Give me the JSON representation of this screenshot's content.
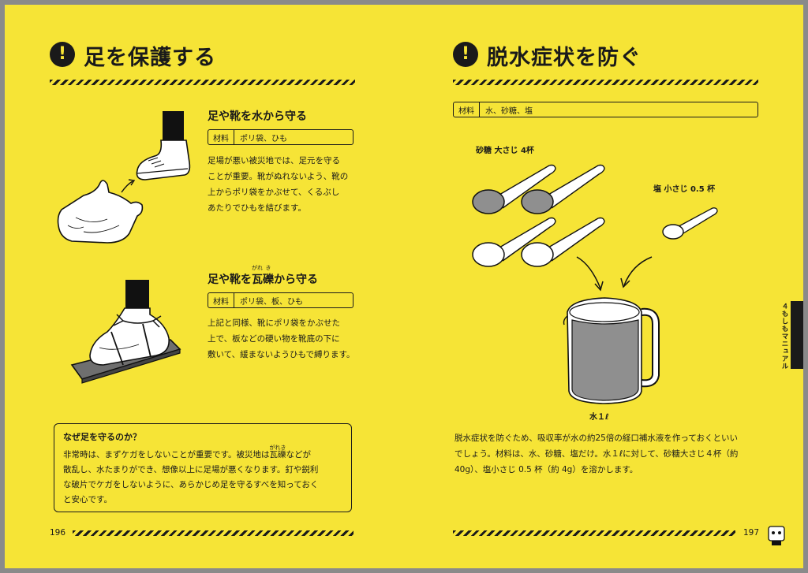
{
  "left": {
    "title": "足を保護する",
    "section1": {
      "heading": "足や靴を水から守る",
      "material_label": "材料",
      "material_value": "ポリ袋、ひも",
      "lines": [
        "足場が悪い被災地では、足元を守る",
        "ことが重要。靴がぬれないよう、靴の",
        "上からポリ袋をかぶせて、くるぶし",
        "あたりでひもを結びます。"
      ]
    },
    "section2": {
      "heading_pre": "足や靴を",
      "heading_kanji1": "瓦",
      "heading_ruby1": "がれ",
      "heading_kanji2": "礫",
      "heading_ruby2": "き",
      "heading_post": "から守る",
      "material_label": "材料",
      "material_value": "ポリ袋、板、ひも",
      "lines": [
        "上記と同様、靴にポリ袋をかぶせた",
        "上で、板などの硬い物を靴底の下に",
        "敷いて、緩まないようひもで縛ります。"
      ]
    },
    "note": {
      "heading": "なぜ足を守るのか？",
      "line1_pre": "非常時は、まずケガをしないことが重要です。被災地は",
      "line1_kanji": "瓦礫",
      "line1_ruby": "がれき",
      "line1_post": "などが",
      "line2": "散乱し、水たまりができ、想像以上に足場が悪くなります。釘や鋭利",
      "line3": "な破片でケガをしないように、あらかじめ足を守るすべを知っておく",
      "line4": "と安心です。"
    },
    "page_number": "196"
  },
  "right": {
    "title": "脱水症状を防ぐ",
    "material_label": "材料",
    "material_value": "水、砂糖、塩",
    "sugar_caption": "砂糖 大さじ 4杯",
    "salt_caption": "塩 小さじ 0.5 杯",
    "water_caption": "水１ℓ",
    "lines": [
      "脱水症状を防ぐため、吸収率が水の約25倍の経口補水液を作っておくといい",
      "でしょう。材料は、水、砂糖、塩だけ。水１ℓに対して、砂糖大さじ４杯（約",
      "40g）、塩小さじ 0.5 杯（約 4g）を溶かします。"
    ],
    "page_number": "197",
    "side_tab": "４もしもマニュアル"
  }
}
